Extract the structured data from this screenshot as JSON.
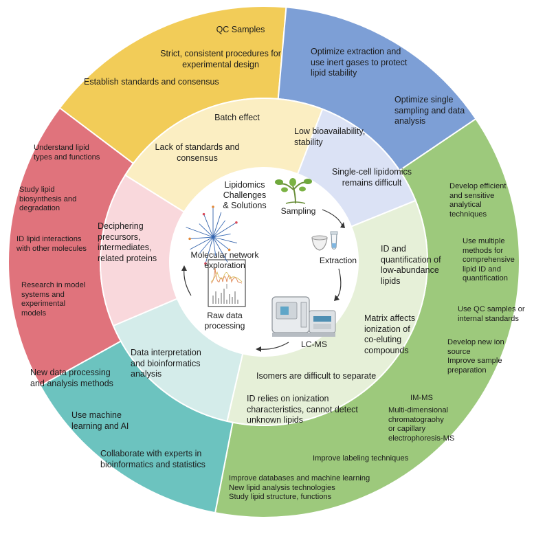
{
  "center": {
    "title": "Lipidomics\nChallenges\n& Solutions",
    "steps": [
      "Sampling",
      "Extraction",
      "LC-MS",
      "Raw data\nprocessing",
      "Molecular network\nexploration"
    ]
  },
  "sections": [
    {
      "id": "batch",
      "challenges": [
        "Batch effect",
        "Lack of standards and\nconsensus"
      ],
      "solutions": [
        "QC Samples",
        "Strict, consistent procedures for\nexperimental design",
        "Establish standards and consensus"
      ]
    },
    {
      "id": "sampling",
      "challenges": [
        "Low bioavailability,\nstability",
        "Single-cell lipidomics\nremains difficult"
      ],
      "solutions": [
        "Optimize extraction and\nuse inert gases to protect\nlipid stability",
        "Optimize single\nsampling and data\nanalysis"
      ]
    },
    {
      "id": "lcms",
      "challenges": [
        "ID and\nquantification of\nlow-abundance\nlipids",
        "Matrix affects\nionization of\nco-eluting\ncompounds",
        "Isomers are difficult to separate",
        "ID relies on ionization\ncharacteristics, cannot detect\nunknown lipids"
      ],
      "solutions": [
        "Develop efficient\nand sensitive\nanalytical\ntechniques",
        "Use multiple\nmethods for\ncomprehensive\nlipid ID and\nquantification",
        "Use QC samples or\ninternal standards",
        "Develop new ion\nsource\nImprove sample\npreparation",
        "IM-MS",
        "Multi-dimensional\nchromatograohy\nor capillary\nelectrophoresis-MS",
        "Improve labeling techniques",
        "Improve databases and machine learning\nNew lipid analysis technologies\nStudy lipid structure,  functions"
      ]
    },
    {
      "id": "data",
      "challenges": [
        "Data interpretation\nand bioinformatics\nanalysis"
      ],
      "solutions": [
        "New data processing\nand analysis methods",
        "Use machine\nlearning and AI",
        "Collaborate with experts in\nbioinformatics and statistics"
      ]
    },
    {
      "id": "lipid",
      "challenges": [
        "Deciphering\nprecursors,\nintermediates,\nrelated proteins"
      ],
      "solutions": [
        "Understand lipid\ntypes and functions",
        "Study lipid\nbiosynthesis and\ndegradation",
        "ID lipid interactions\nwith other molecules",
        "Research in model\nsystems and\nexperimental\nmodels"
      ]
    }
  ],
  "colors": {
    "batch_outer": "#f2cc58",
    "batch_inner": "#fbeec2",
    "sampling_outer": "#7d9fd6",
    "sampling_inner": "#dbe2f5",
    "lcms_outer": "#9dc97c",
    "lcms_inner": "#e6f0d8",
    "data_outer": "#6cc3bf",
    "data_inner": "#d4ecea",
    "lipid_outer": "#e0737c",
    "lipid_inner": "#f9d8dc"
  }
}
